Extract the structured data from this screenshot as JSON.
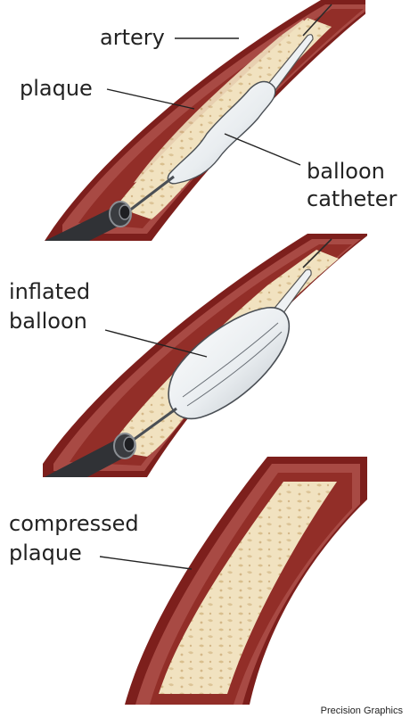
{
  "panels": [
    {
      "id": "guided",
      "labels": [
        "artery",
        "plaque",
        "balloon",
        "catheter"
      ]
    },
    {
      "id": "inflated",
      "labels": [
        "inflated",
        "balloon"
      ]
    },
    {
      "id": "compressed",
      "labels": [
        "compressed",
        "plaque"
      ]
    }
  ],
  "credit": "Precision Graphics",
  "colors": {
    "artery_outer": "#7d1f1c",
    "artery_wall": "#a84a44",
    "artery_inner_band": "#c9867c",
    "artery_lumen": "#922e28",
    "plaque": "#f1e2c0",
    "plaque_speckle": "#d9bf8e",
    "balloon": "#eef1f3",
    "balloon_shade": "#c6ccd2",
    "catheter": "#303236",
    "catheter_shine": "#8b8f94"
  }
}
